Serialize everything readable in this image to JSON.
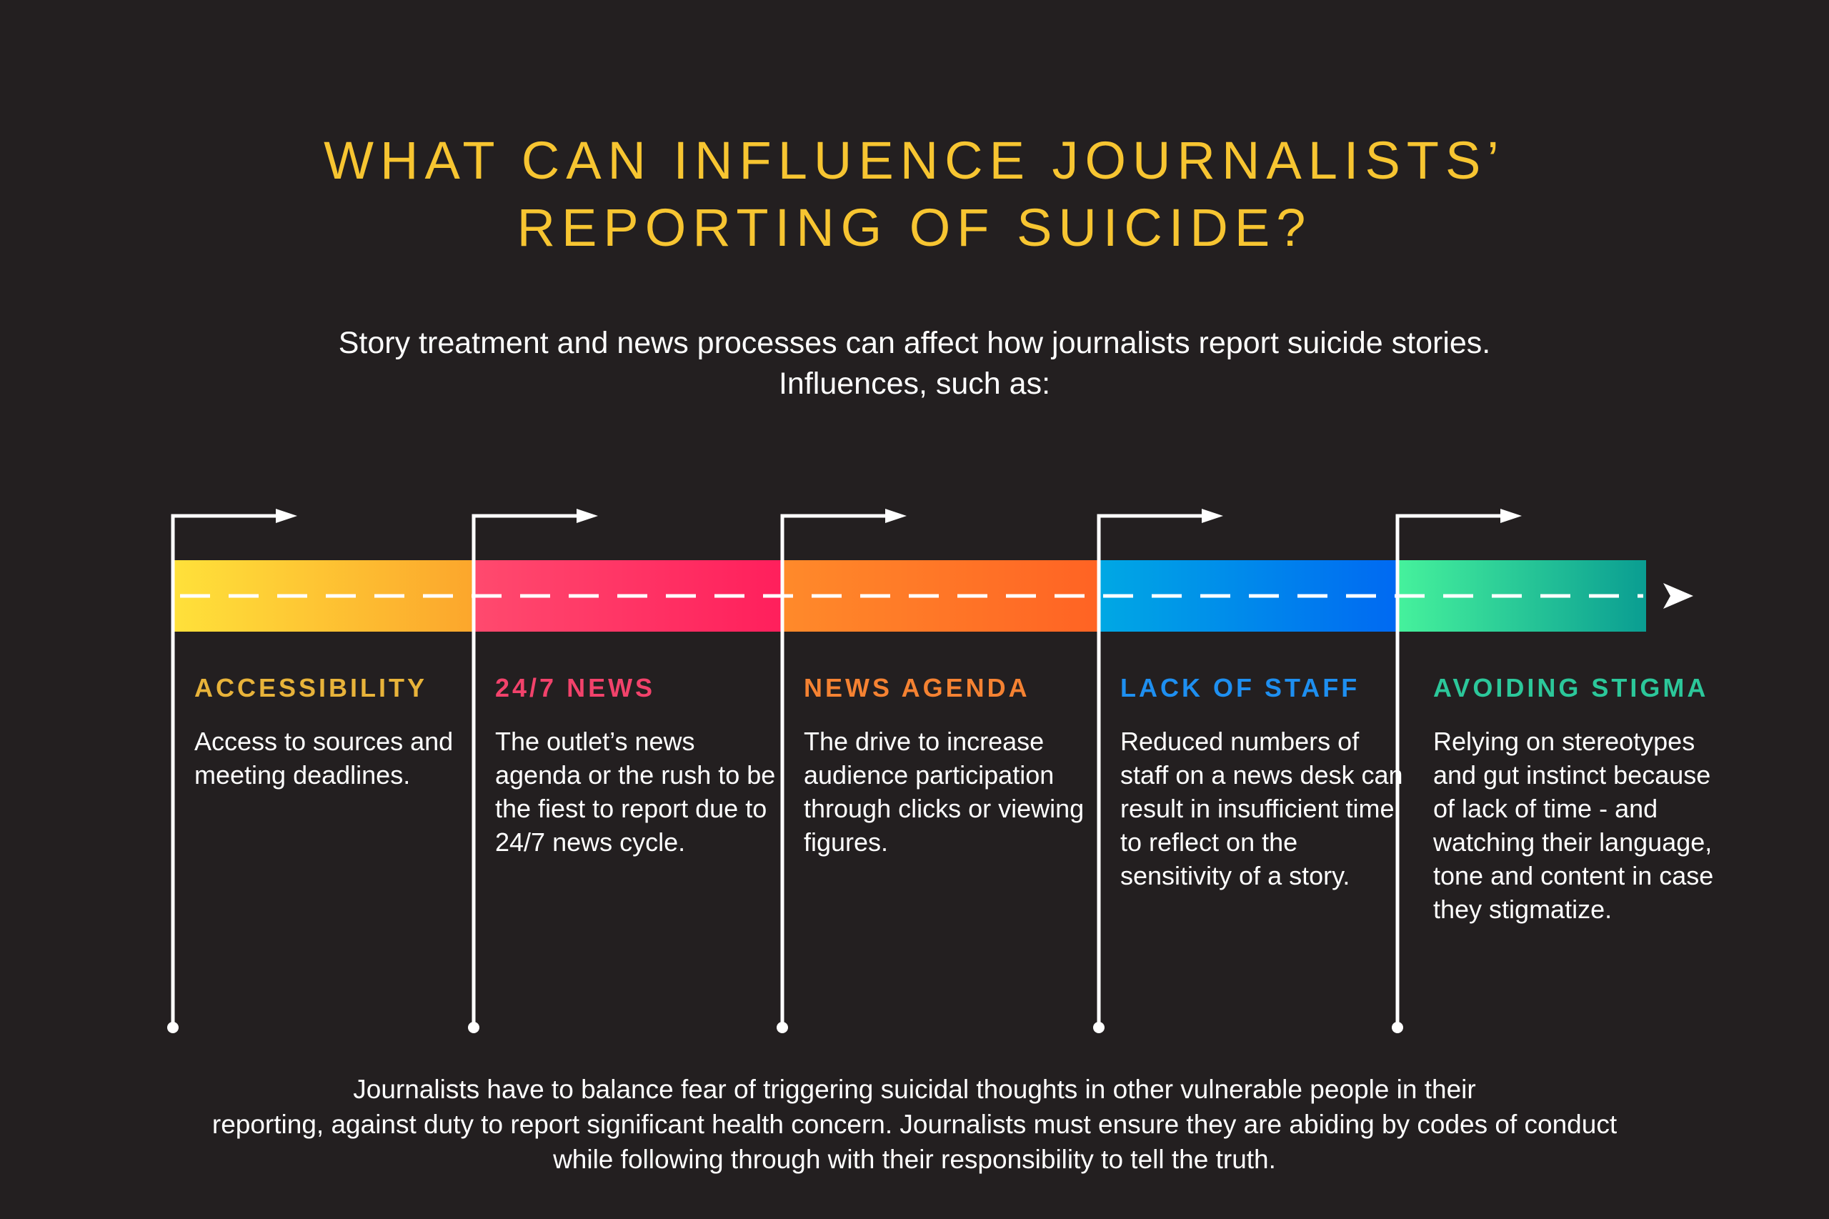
{
  "title": {
    "line1": "WHAT CAN INFLUENCE JOURNALISTS’",
    "line2": "REPORTING OF SUICIDE?"
  },
  "subtitle": "Story treatment and news processes can affect how journalists report suicide stories. Influences, such as:",
  "influences": [
    {
      "heading": "ACCESSIBILITY",
      "color": "#e8b33a",
      "body": "Access to sources and meeting deadlines."
    },
    {
      "heading": "24/7 NEWS",
      "color": "#f2426b",
      "body": "The outlet’s news agenda or the rush to be the fiest to report due to 24/7 news cycle."
    },
    {
      "heading": "NEWS AGENDA",
      "color": "#f58232",
      "body": "The drive to increase audience participation through clicks or viewing figures."
    },
    {
      "heading": "LACK OF STAFF",
      "color": "#1e8ff0",
      "body": "Reduced numbers of staff on a news desk can result in insufficient time to reflect on the sensitivity of a story."
    },
    {
      "heading": "AVOIDING STIGMA",
      "color": "#2cc79a",
      "body": "Relying on stereotypes and gut instinct because of lack of time - and watching their language, tone and content in case they stigmatize."
    }
  ],
  "footer": {
    "line1": "Journalists have to balance fear of triggering suicidal thoughts in other vulnerable people in their",
    "line2": "reporting, against duty to report significant health concern. Journalists must ensure they are abiding by codes of conduct",
    "line3": "while following through with their responsibility to tell the truth."
  },
  "colors": {
    "background": "#231f20",
    "title": "#f7c531",
    "segment_gradients": [
      [
        "#ffe13a",
        "#fca62c"
      ],
      [
        "#ff4a6e",
        "#ff1f5c"
      ],
      [
        "#ff8a2a",
        "#ff6324"
      ],
      [
        "#00a8e4",
        "#0069f2"
      ],
      [
        "#46f29c",
        "#0a9d92"
      ]
    ]
  }
}
